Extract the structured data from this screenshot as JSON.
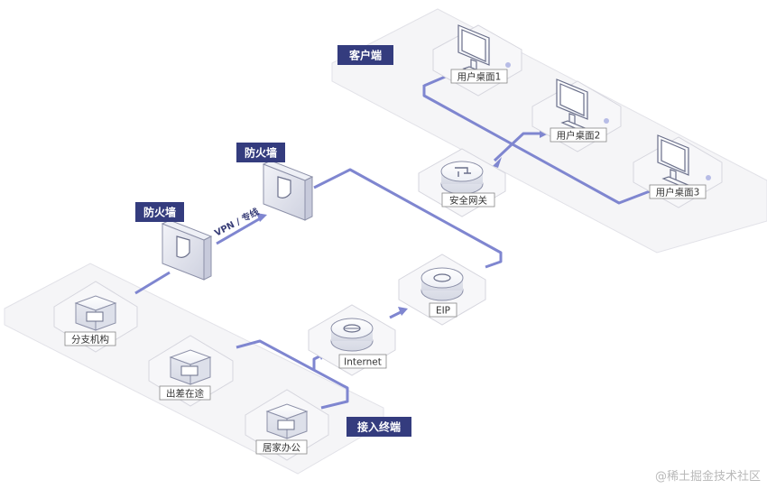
{
  "tags": {
    "client": "客户端",
    "firewall_left": "防火墙",
    "firewall_right": "防火墙",
    "access": "接入终端"
  },
  "nodes": {
    "desktop1": "用户桌面1",
    "desktop2": "用户桌面2",
    "desktop3": "用户桌面3",
    "gateway": "安全网关",
    "eip": "EIP",
    "internet": "Internet",
    "branch": "分支机构",
    "travel": "出差在途",
    "home": "居家办公"
  },
  "links": {
    "vpn": "VPN / 专线"
  },
  "watermark": "@稀土掘金技术社区",
  "colors": {
    "link": "#7f86d0",
    "tag_bg": "#343c7e",
    "tile": "#f6f6f8",
    "tile_border": "#d4d4db"
  }
}
